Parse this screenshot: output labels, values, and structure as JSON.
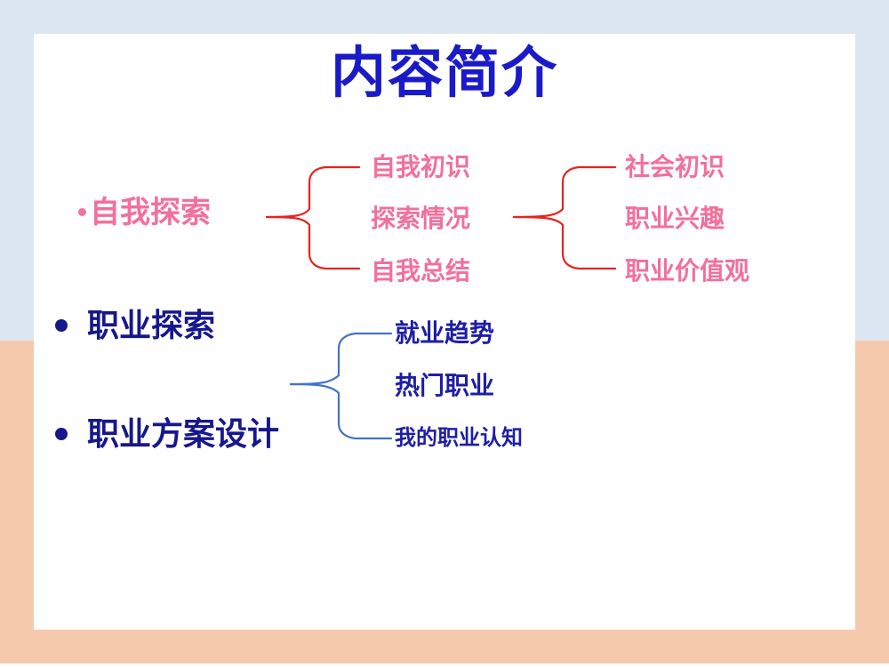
{
  "slide": {
    "title": "内容简介",
    "title_color": "#1a1ac8",
    "frame": {
      "top_color": "#dce6f2",
      "bottom_color": "#f5c9ac",
      "inner_color": "#ffffff"
    }
  },
  "outline": {
    "items": [
      {
        "label": "自我探索",
        "bullet": "bullet-dot",
        "color": "#f2709b",
        "style": "sans-bold-pink"
      },
      {
        "label": "职业探索",
        "bullet": "bullet-dot",
        "color": "#17178c",
        "style": "serif-bold-navy"
      },
      {
        "label": "职业方案设计",
        "bullet": "bullet-dot",
        "color": "#17178c",
        "style": "serif-bold-navy"
      }
    ]
  },
  "branches": [
    {
      "name": "self-exploration-branch",
      "brace_color": "#e8231e",
      "text_color": "#f2709b",
      "leaves": [
        "自我初识",
        "探索情况",
        "自我总结"
      ]
    },
    {
      "name": "society-branch",
      "brace_color": "#e8231e",
      "text_color": "#f2709b",
      "leaves": [
        "社会初识",
        "职业兴趣",
        "职业价值观"
      ]
    },
    {
      "name": "career-exploration-branch",
      "brace_color": "#4472c4",
      "text_color": "#1e1ea5",
      "leaves": [
        "就业趋势",
        "热门职业",
        "我的职业认知"
      ]
    }
  ]
}
